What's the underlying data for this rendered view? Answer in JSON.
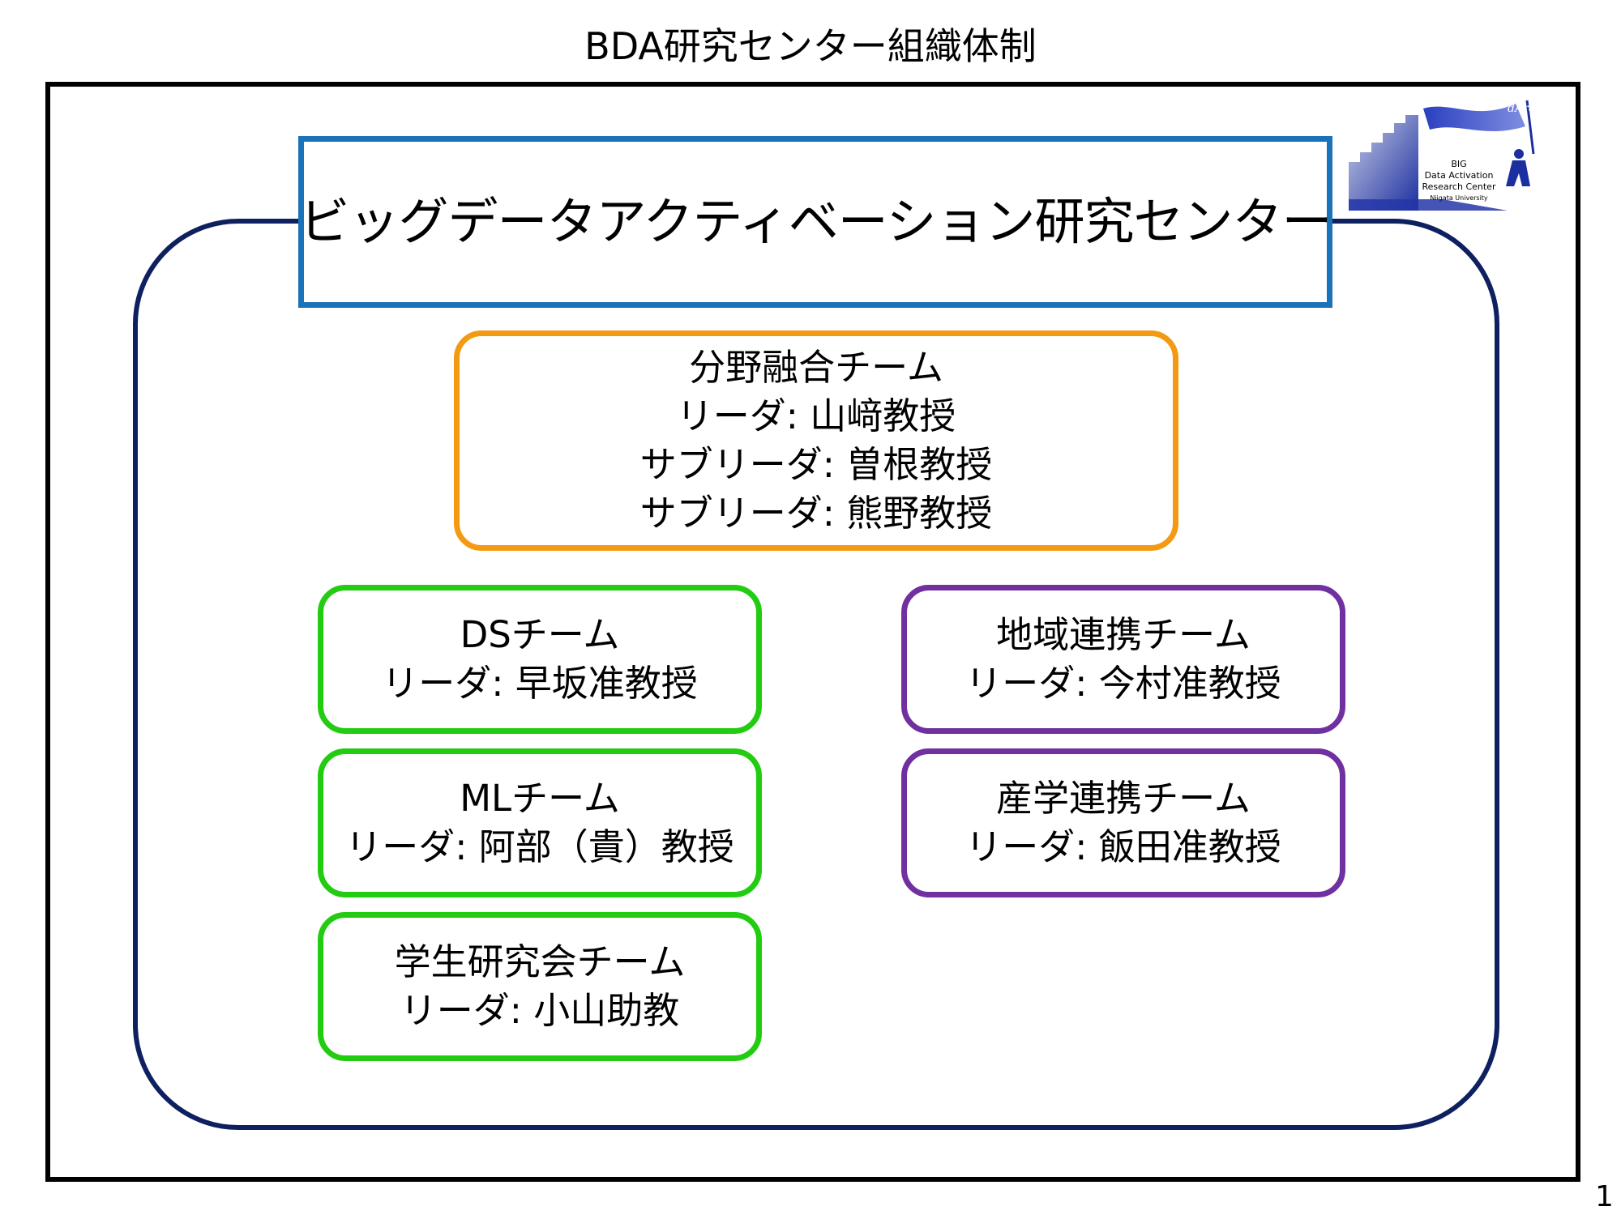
{
  "slide_title": "BDA研究センター組織体制",
  "center": {
    "title": "ビッグデータアクティベーション研究センター"
  },
  "teams": {
    "fusion": {
      "name": "分野融合チーム",
      "leader": "リーダ: 山﨑教授",
      "sub_leader_1": "サブリーダ: 曽根教授",
      "sub_leader_2": "サブリーダ: 熊野教授"
    },
    "ds": {
      "name": "DSチーム",
      "leader": "リーダ: 早坂准教授"
    },
    "ml": {
      "name": "MLチーム",
      "leader": "リーダ: 阿部（貴）教授"
    },
    "student": {
      "name": "学生研究会チーム",
      "leader": "リーダ: 小山助教"
    },
    "regional": {
      "name": "地域連携チーム",
      "leader": "リーダ: 今村准教授"
    },
    "industry": {
      "name": "産学連携チーム",
      "leader": "リーダ: 飯田准教授"
    }
  },
  "logo": {
    "line1": "BIG",
    "line2": "Data Activation",
    "line3": "Research Center",
    "line4": "Niigata University",
    "signature": "dArc",
    "icon": "staircase-flag-logo-icon"
  },
  "page_number": "1",
  "colors": {
    "center_title_border": "#1a73b8",
    "enclosure": "#0e2060",
    "fusion_border": "#f39a12",
    "green_border": "#22cc11",
    "purple_border": "#7030a0"
  }
}
